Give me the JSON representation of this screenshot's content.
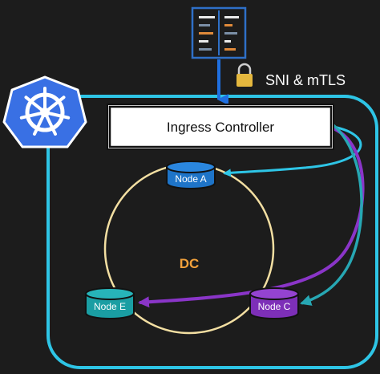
{
  "diagram": {
    "ingress_label": "Ingress Controller",
    "tls_label": "SNI & mTLS",
    "dc_label": "DC",
    "nodes": {
      "a": "Node A",
      "c": "Node C",
      "e": "Node E"
    }
  },
  "colors": {
    "background": "#1c1c1c",
    "cluster_border": "#2ec5e6",
    "ring": "#f3dfa2",
    "dc_text": "#f2a13b",
    "node_a": "#1e74c8",
    "node_c": "#7d2fb8",
    "node_e": "#1a9ea3",
    "arrow_cyan": "#2ec5e6",
    "arrow_purple": "#8a35c8",
    "arrow_teal": "#27a7b3",
    "client_arrow": "#1f6fe0",
    "k8s_logo": "#3970e4"
  },
  "icons": [
    "kubernetes-helm-icon",
    "document-config-icon",
    "lock-icon"
  ]
}
